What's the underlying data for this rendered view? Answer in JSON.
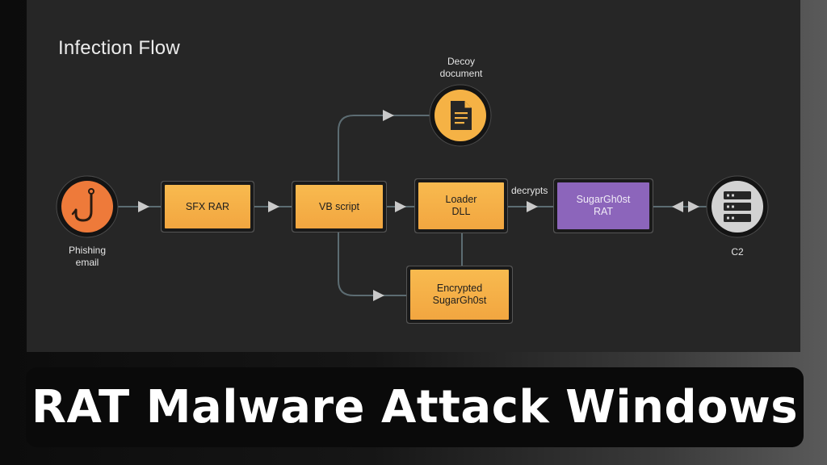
{
  "diagram": {
    "title": "Infection Flow",
    "nodes": [
      {
        "id": "phishing",
        "label": "Phishing\nemail",
        "kind": "icon",
        "icon": "fishhook-icon"
      },
      {
        "id": "sfx",
        "label": "SFX RAR",
        "kind": "box",
        "style": "orange"
      },
      {
        "id": "vb",
        "label": "VB script",
        "kind": "box",
        "style": "orange"
      },
      {
        "id": "decoy",
        "label": "Decoy\ndocument",
        "kind": "icon",
        "icon": "document-icon"
      },
      {
        "id": "loader",
        "label": "Loader\nDLL",
        "kind": "box",
        "style": "orange"
      },
      {
        "id": "encrypted",
        "label": "Encrypted\nSugarGh0st",
        "kind": "box",
        "style": "orange"
      },
      {
        "id": "rat",
        "label": "SugarGh0st\nRAT",
        "kind": "box",
        "style": "purple"
      },
      {
        "id": "c2",
        "label": "C2",
        "kind": "icon",
        "icon": "server-icon"
      }
    ],
    "edges": [
      {
        "from": "phishing",
        "to": "sfx"
      },
      {
        "from": "sfx",
        "to": "vb"
      },
      {
        "from": "vb",
        "to": "loader"
      },
      {
        "from": "vb",
        "to": "decoy"
      },
      {
        "from": "vb",
        "to": "encrypted"
      },
      {
        "from": "encrypted",
        "to": "loader"
      },
      {
        "from": "loader",
        "to": "rat",
        "label": "decrypts"
      },
      {
        "from": "rat",
        "to": "c2",
        "bidirectional": true
      }
    ]
  },
  "banner": {
    "text": "RAT Malware Attack Windows"
  },
  "colors": {
    "box_orange": "#f5ad45",
    "box_purple": "#8c65bb",
    "phishing_circle": "#ee7a3a",
    "decoy_circle": "#f5b245",
    "c2_circle": "#d2d2d2",
    "edge": "#5c6c72",
    "arrow": "#c9c9c9"
  }
}
